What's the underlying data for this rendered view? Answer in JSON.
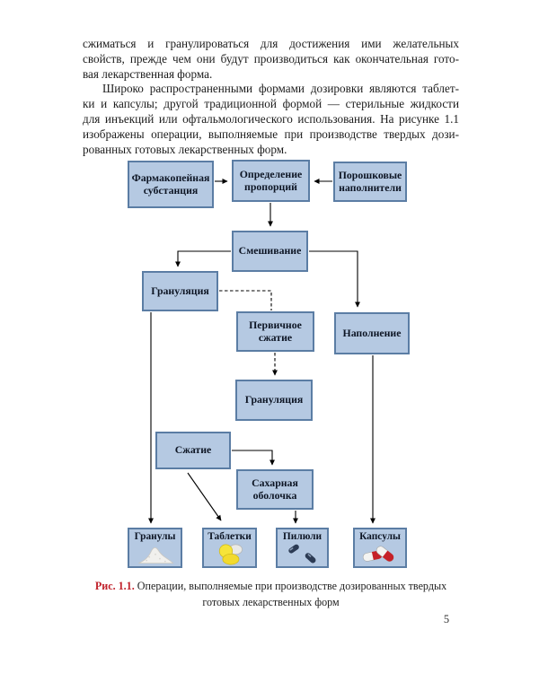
{
  "page": {
    "number": "5",
    "background": "#ffffff"
  },
  "intro": {
    "p1_line1": "сжиматься и гранулироваться для достижения ими желательных",
    "p1_line2": "свойств, прежде чем они будут производиться как окончательная гото-",
    "p1_line3": "вая лекарственная форма.",
    "p2_line1": "Широко распространенными формами дозировки являются таблет-",
    "p2_line2": "ки и капсулы; другой традиционной формой — стерильные жидкости",
    "p2_line3": "для инъекций или офтальмологического использования. На рисунке 1.1",
    "p2_line4": "изображены операции, выполняемые при производстве твердых дози-",
    "p2_line5": "рованных готовых лекарственных форм."
  },
  "figure": {
    "colors": {
      "box_fill": "#b5c9e2",
      "box_border": "#5b7da4",
      "connector": "#000000",
      "caption_label_red": "#c1222c",
      "tablet_yellow": "#f6e43a",
      "pill_navy": "#2c3b54",
      "capsule_red": "#c62128"
    },
    "nodes": {
      "pharma": {
        "label": "Фармакопейная субстанция"
      },
      "proportions": {
        "label": "Определение пропорций"
      },
      "fillers": {
        "label": "Порошковые наполнители"
      },
      "mixing": {
        "label": "Смешивание"
      },
      "granulation1": {
        "label": "Грануляция"
      },
      "primary_compression": {
        "label": "Первичное сжатие"
      },
      "filling": {
        "label": "Наполнение"
      },
      "granulation2": {
        "label": "Грануляция"
      },
      "compression": {
        "label": "Сжатие"
      },
      "sugar_coating": {
        "label": "Сахарная оболочка"
      },
      "granules": {
        "label": "Гранулы",
        "icon": "powder-pile-icon"
      },
      "tablets": {
        "label": "Таблетки",
        "icon": "tablets-icon"
      },
      "pills": {
        "label": "Пилюли",
        "icon": "pills-icon"
      },
      "capsules": {
        "label": "Капсулы",
        "icon": "capsules-icon"
      }
    }
  },
  "caption": {
    "label": "Рис. 1.1.",
    "line1": "Операции, выполняемые при производстве дозированных твердых",
    "line2": "готовых лекарственных форм"
  }
}
